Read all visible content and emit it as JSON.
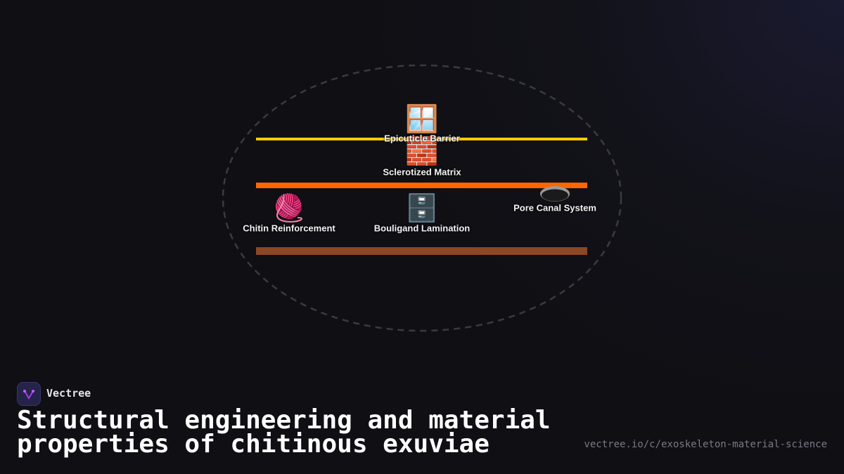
{
  "diagram": {
    "layers": [
      {
        "label": "Epicuticle Barrier",
        "icon": "window-icon",
        "glyph": "🪟",
        "color": "#ffcc00"
      },
      {
        "label": "Sclerotized Matrix",
        "icon": "brick-icon",
        "glyph": "🧱",
        "color": "#ff6600"
      },
      {
        "label": "Chitin Reinforcement",
        "icon": "yarn-icon",
        "glyph": "🧶"
      },
      {
        "label": "Bouligand Lamination",
        "icon": "file-cabinet-icon",
        "glyph": "🗄️",
        "color": "#8b4726"
      },
      {
        "label": "Pore Canal System",
        "icon": "hole-icon"
      }
    ]
  },
  "footer": {
    "brand": "Vectree",
    "title": "Structural engineering and material properties of chitinous exuviae",
    "url": "vectree.io/c/exoskeleton-material-science"
  }
}
